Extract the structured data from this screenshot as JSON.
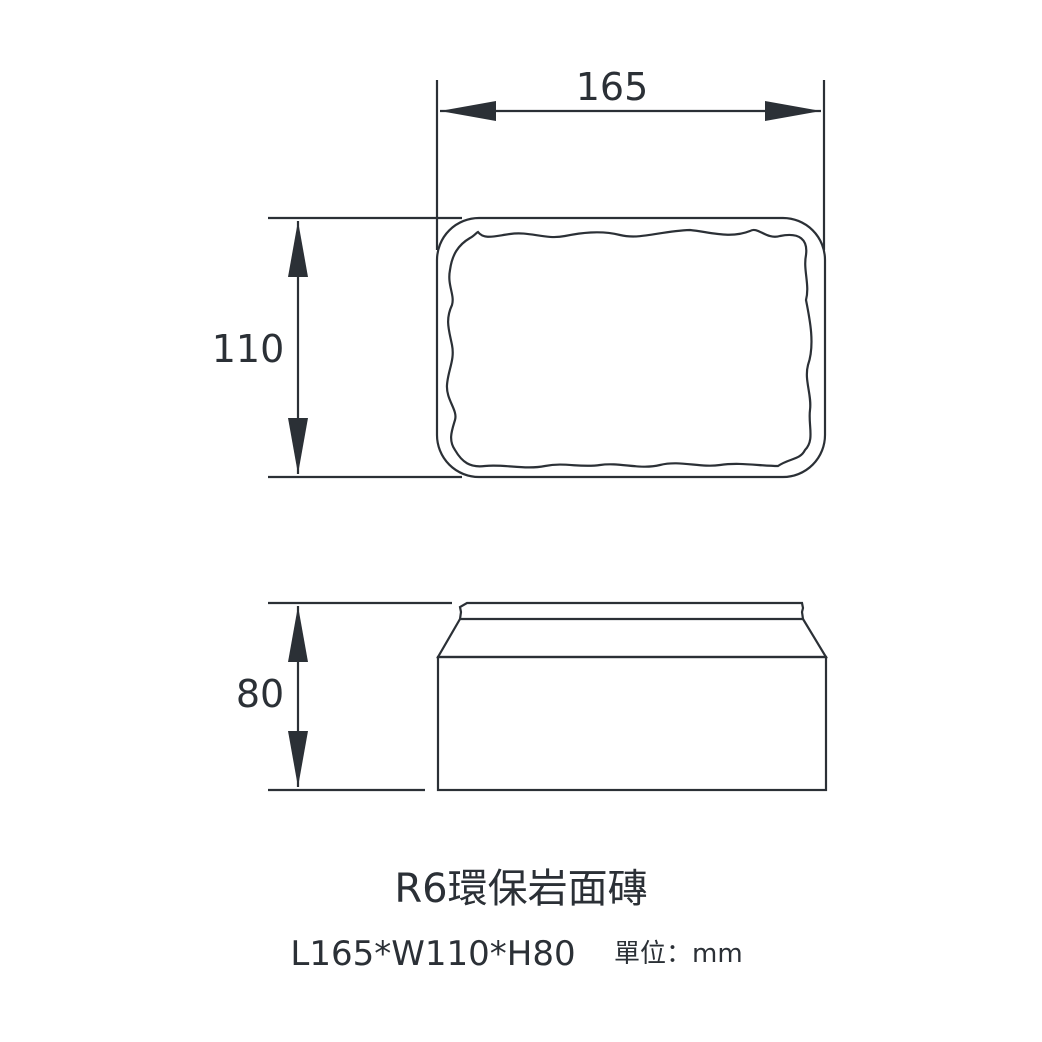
{
  "dimensions": {
    "length": "165",
    "width": "110",
    "height": "80"
  },
  "product": {
    "name": "R6環保岩面磚",
    "spec": "L165*W110*H80",
    "unit": "單位：mm"
  }
}
